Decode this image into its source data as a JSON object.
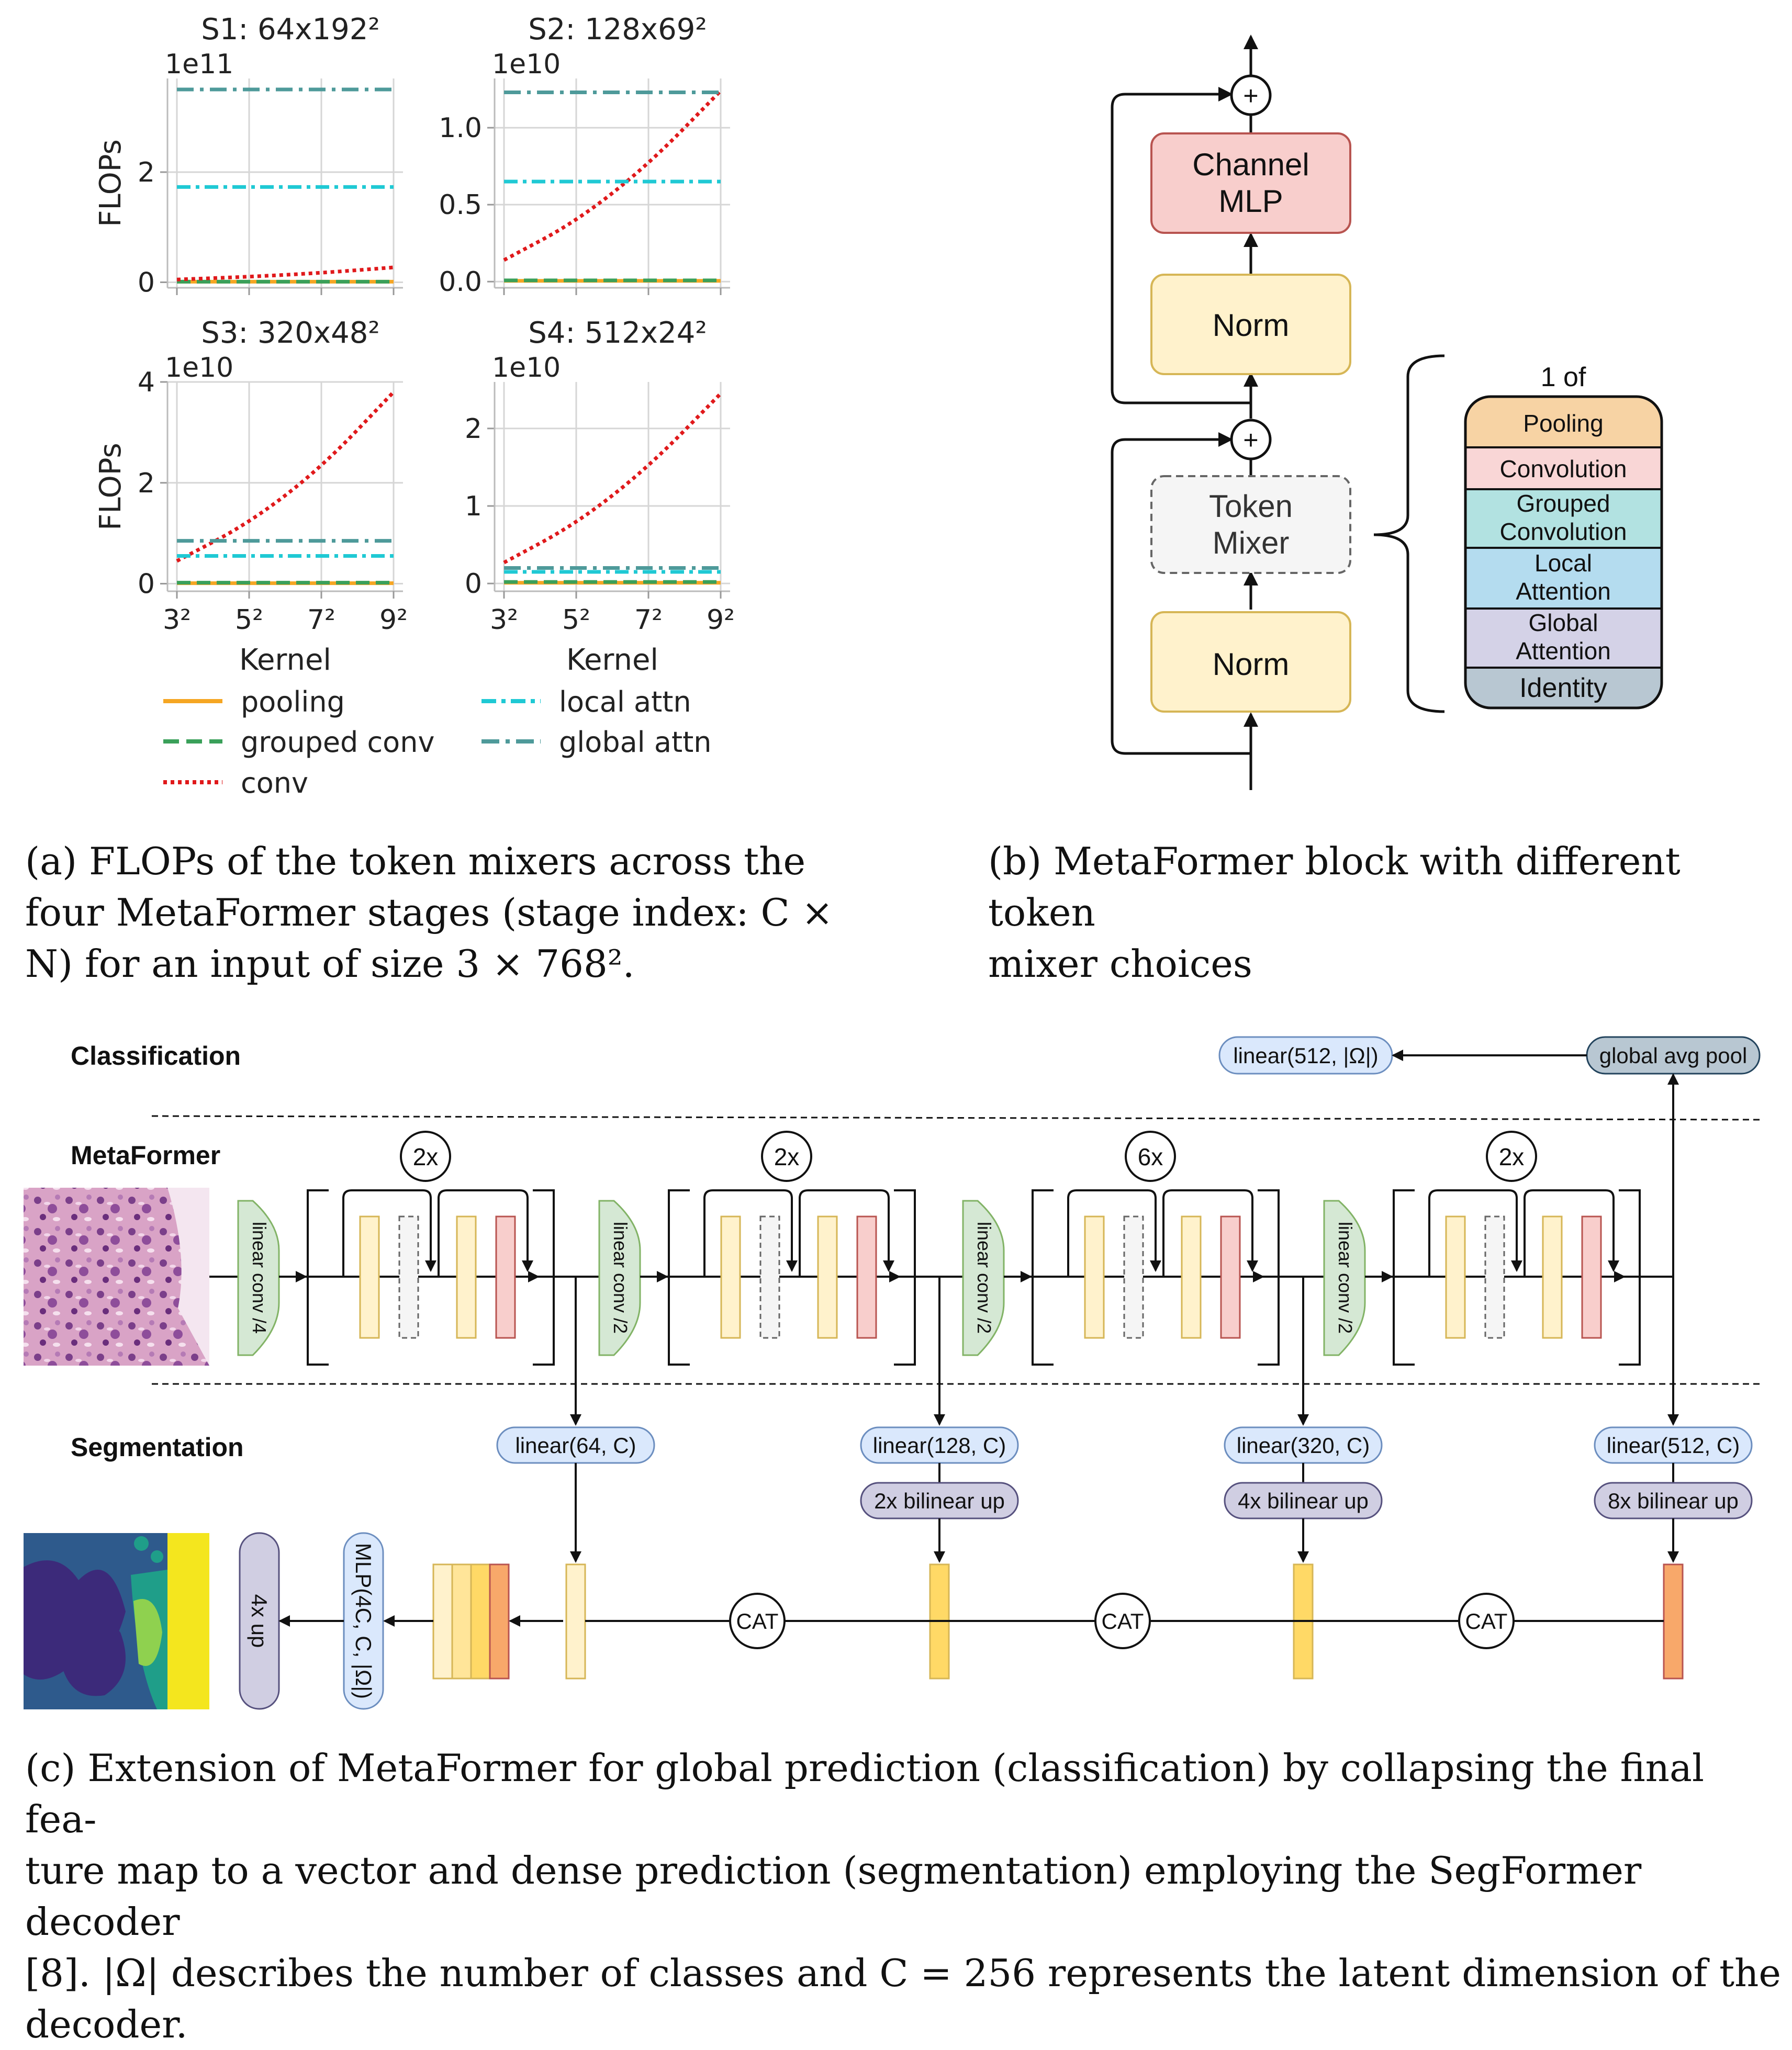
{
  "panel_a": {
    "kernel_ticks": [
      "3²",
      "5²",
      "7²",
      "9²"
    ],
    "y_label": "FLOPs",
    "x_label": "Kernel",
    "legend": [
      {
        "key": "pooling",
        "label": "pooling",
        "color": "#F5A623",
        "dash": "solid"
      },
      {
        "key": "grouped",
        "label": "grouped conv",
        "color": "#3AA05A",
        "dash": "dashed"
      },
      {
        "key": "conv",
        "label": "conv",
        "color": "#E0191B",
        "dash": "dotted"
      },
      {
        "key": "local",
        "label": "local attn",
        "color": "#1FC9D4",
        "dash": "dashdotdot"
      },
      {
        "key": "global",
        "label": "global attn",
        "color": "#4E9A9A",
        "dash": "dashdot"
      }
    ]
  },
  "chart_data": [
    {
      "type": "line",
      "title": "S1: 64x192²",
      "multiplier": "1e11",
      "xlabel": "",
      "ylabel": "FLOPs",
      "x": [
        3,
        5,
        7,
        9
      ],
      "ylim": [
        -0.1,
        3.7
      ],
      "yticks": [
        0,
        2
      ],
      "ytick_labels": [
        "0",
        "2"
      ],
      "grid": true,
      "series": [
        {
          "name": "pooling",
          "values": [
            0.01,
            0.01,
            0.01,
            0.01
          ]
        },
        {
          "name": "grouped conv",
          "values": [
            0.01,
            0.01,
            0.01,
            0.01
          ]
        },
        {
          "name": "conv",
          "values": [
            0.05,
            0.1,
            0.17,
            0.27
          ]
        },
        {
          "name": "local attn",
          "values": [
            1.73,
            1.73,
            1.73,
            1.73
          ]
        },
        {
          "name": "global attn",
          "values": [
            3.5,
            3.5,
            3.5,
            3.5
          ]
        }
      ]
    },
    {
      "type": "line",
      "title": "S2: 128x69²",
      "multiplier": "1e10",
      "xlabel": "",
      "ylabel": "",
      "x": [
        3,
        5,
        7,
        9
      ],
      "ylim": [
        -0.04,
        1.32
      ],
      "yticks": [
        0,
        0.5,
        1.0
      ],
      "ytick_labels": [
        "0.0",
        "0.5",
        "1.0"
      ],
      "grid": true,
      "series": [
        {
          "name": "pooling",
          "values": [
            0.005,
            0.005,
            0.005,
            0.005
          ]
        },
        {
          "name": "grouped conv",
          "values": [
            0.008,
            0.008,
            0.008,
            0.008
          ]
        },
        {
          "name": "conv",
          "values": [
            0.14,
            0.39,
            0.76,
            1.24
          ]
        },
        {
          "name": "local attn",
          "values": [
            0.65,
            0.65,
            0.65,
            0.65
          ]
        },
        {
          "name": "global attn",
          "values": [
            1.23,
            1.23,
            1.23,
            1.23
          ]
        }
      ]
    },
    {
      "type": "line",
      "title": "S3: 320x48²",
      "multiplier": "1e10",
      "xlabel": "Kernel",
      "ylabel": "FLOPs",
      "x": [
        3,
        5,
        7,
        9
      ],
      "ylim": [
        -0.15,
        4.0
      ],
      "yticks": [
        0,
        2,
        4
      ],
      "ytick_labels": [
        "0",
        "2",
        "4"
      ],
      "grid": true,
      "series": [
        {
          "name": "pooling",
          "values": [
            0.01,
            0.01,
            0.01,
            0.01
          ]
        },
        {
          "name": "grouped conv",
          "values": [
            0.02,
            0.02,
            0.02,
            0.02
          ]
        },
        {
          "name": "conv",
          "values": [
            0.45,
            1.2,
            2.3,
            3.8
          ]
        },
        {
          "name": "local attn",
          "values": [
            0.55,
            0.55,
            0.55,
            0.55
          ]
        },
        {
          "name": "global attn",
          "values": [
            0.85,
            0.85,
            0.85,
            0.85
          ]
        }
      ]
    },
    {
      "type": "line",
      "title": "S4: 512x24²",
      "multiplier": "1e10",
      "xlabel": "Kernel",
      "ylabel": "",
      "x": [
        3,
        5,
        7,
        9
      ],
      "ylim": [
        -0.1,
        2.6
      ],
      "yticks": [
        0,
        1,
        2
      ],
      "ytick_labels": [
        "0",
        "1",
        "2"
      ],
      "grid": true,
      "series": [
        {
          "name": "pooling",
          "values": [
            0.01,
            0.01,
            0.01,
            0.01
          ]
        },
        {
          "name": "grouped conv",
          "values": [
            0.02,
            0.02,
            0.02,
            0.02
          ]
        },
        {
          "name": "conv",
          "values": [
            0.27,
            0.77,
            1.5,
            2.45
          ]
        },
        {
          "name": "local attn",
          "values": [
            0.15,
            0.15,
            0.15,
            0.15
          ]
        },
        {
          "name": "global attn",
          "values": [
            0.2,
            0.2,
            0.2,
            0.2
          ]
        }
      ]
    }
  ],
  "panel_b": {
    "channel_mlp_line1": "Channel",
    "channel_mlp_line2": "MLP",
    "norm_top": "Norm",
    "token_mixer_line1": "Token",
    "token_mixer_line2": "Mixer",
    "norm_bottom": "Norm",
    "plus": "+",
    "one_of": "1 of",
    "choices": [
      {
        "label1": "Pooling",
        "label2": "",
        "color": "#F7D3A4"
      },
      {
        "label1": "Convolution",
        "label2": "",
        "color": "#F9D6D6"
      },
      {
        "label1": "Grouped",
        "label2": "Convolution",
        "color": "#B2E2E1"
      },
      {
        "label1": "Local",
        "label2": "Attention",
        "color": "#B4DCEF"
      },
      {
        "label1": "Global",
        "label2": "Attention",
        "color": "#D4D2E7"
      },
      {
        "label1": "Identity",
        "label2": "",
        "color": "#B8C7D2"
      }
    ]
  },
  "panel_c": {
    "row_classification": "Classification",
    "row_metaformer": "MetaFormer",
    "row_segmentation": "Segmentation",
    "linear_cls": "linear(512, |Ω|)",
    "global_avg_pool": "global avg pool",
    "stage_repeats": [
      "2x",
      "2x",
      "6x",
      "2x"
    ],
    "downsample": [
      "linear conv /4",
      "linear conv /2",
      "linear conv /2",
      "linear conv /2"
    ],
    "seg_linear": [
      "linear(64, C)",
      "linear(128, C)",
      "linear(320, C)",
      "linear(512, C)"
    ],
    "seg_upsample": [
      "2x bilinear up",
      "4x bilinear up",
      "8x bilinear up"
    ],
    "cat": "CAT",
    "mlp": "MLP(4C, C, |Ω|)",
    "up4x": "4x up"
  },
  "captions": {
    "a_line1": "(a) FLOPs of the token mixers across the",
    "a_line2": "four MetaFormer stages (stage index: C ×",
    "a_line3": "N) for an input of size 3 × 768².",
    "b_line1": "(b) MetaFormer block with different token",
    "b_line2": "mixer choices",
    "c_line1": "(c) Extension of MetaFormer for global prediction (classification) by collapsing the final fea-",
    "c_line2": "ture map to a vector and dense prediction (segmentation) employing the SegFormer decoder",
    "c_line3": "[8]. |Ω| describes the number of classes and C = 256 represents the latent dimension of the",
    "c_line4": "decoder."
  }
}
